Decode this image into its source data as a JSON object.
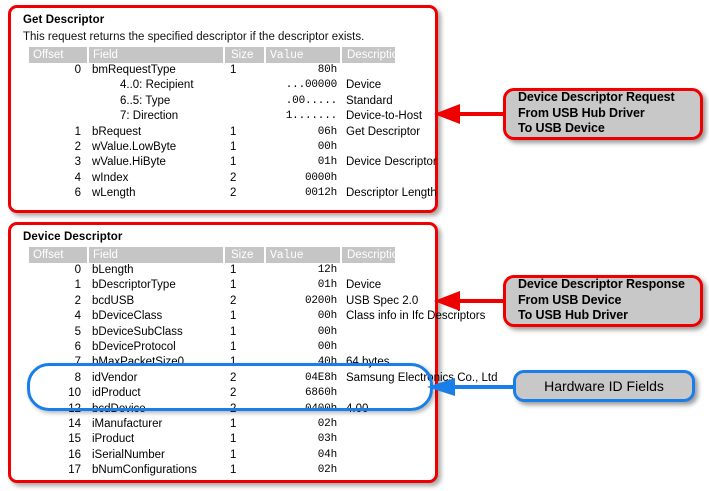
{
  "colors": {
    "panel_border": "#ee0000",
    "highlight_border": "#1a7ee8",
    "callout_fill": "#c8c8c8",
    "table_header_bg": "#c5c5c5",
    "table_header_fg": "#ffffff",
    "background": "#ffffff"
  },
  "panels": [
    {
      "id": "get-descriptor",
      "title": "Get Descriptor",
      "description": "This request returns the specified descriptor if the descriptor exists.",
      "columns": [
        "Offset",
        "Field",
        "Size",
        "Value",
        "Description"
      ],
      "rows": [
        {
          "offset": "0",
          "field": "bmRequestType",
          "size": "1",
          "value": "80h",
          "desc": "",
          "sub": false
        },
        {
          "offset": "",
          "field": "4..0: Recipient",
          "size": "",
          "value": "...00000",
          "desc": "Device",
          "sub": true
        },
        {
          "offset": "",
          "field": "6..5: Type",
          "size": "",
          "value": ".00.....",
          "desc": "Standard",
          "sub": true
        },
        {
          "offset": "",
          "field": "7: Direction",
          "size": "",
          "value": "1.......",
          "desc": "Device-to-Host",
          "sub": true
        },
        {
          "offset": "1",
          "field": "bRequest",
          "size": "1",
          "value": "06h",
          "desc": "Get Descriptor",
          "sub": false
        },
        {
          "offset": "2",
          "field": "wValue.LowByte",
          "size": "1",
          "value": "00h",
          "desc": "",
          "sub": false
        },
        {
          "offset": "3",
          "field": "wValue.HiByte",
          "size": "1",
          "value": "01h",
          "desc": "Device Descriptor",
          "sub": false
        },
        {
          "offset": "4",
          "field": "wIndex",
          "size": "2",
          "value": "0000h",
          "desc": "",
          "sub": false
        },
        {
          "offset": "6",
          "field": "wLength",
          "size": "2",
          "value": "0012h",
          "desc": "Descriptor Length",
          "sub": false
        }
      ]
    },
    {
      "id": "device-descriptor",
      "title": "Device Descriptor",
      "description": "",
      "columns": [
        "Offset",
        "Field",
        "Size",
        "Value",
        "Description"
      ],
      "rows": [
        {
          "offset": "0",
          "field": "bLength",
          "size": "1",
          "value": "12h",
          "desc": "",
          "sub": false
        },
        {
          "offset": "1",
          "field": "bDescriptorType",
          "size": "1",
          "value": "01h",
          "desc": "Device",
          "sub": false
        },
        {
          "offset": "2",
          "field": "bcdUSB",
          "size": "2",
          "value": "0200h",
          "desc": "USB Spec 2.0",
          "sub": false
        },
        {
          "offset": "4",
          "field": "bDeviceClass",
          "size": "1",
          "value": "00h",
          "desc": "Class info in Ifc Descriptors",
          "sub": false
        },
        {
          "offset": "5",
          "field": "bDeviceSubClass",
          "size": "1",
          "value": "00h",
          "desc": "",
          "sub": false
        },
        {
          "offset": "6",
          "field": "bDeviceProtocol",
          "size": "1",
          "value": "00h",
          "desc": "",
          "sub": false
        },
        {
          "offset": "7",
          "field": "bMaxPacketSize0",
          "size": "1",
          "value": "40h",
          "desc": "64 bytes",
          "sub": false
        },
        {
          "offset": "8",
          "field": "idVendor",
          "size": "2",
          "value": "04E8h",
          "desc": "Samsung Electronics Co., Ltd",
          "sub": false
        },
        {
          "offset": "10",
          "field": "idProduct",
          "size": "2",
          "value": "6860h",
          "desc": "",
          "sub": false
        },
        {
          "offset": "12",
          "field": "bcdDevice",
          "size": "2",
          "value": "0400h",
          "desc": "4.00",
          "sub": false
        },
        {
          "offset": "14",
          "field": "iManufacturer",
          "size": "1",
          "value": "02h",
          "desc": "",
          "sub": false
        },
        {
          "offset": "15",
          "field": "iProduct",
          "size": "1",
          "value": "03h",
          "desc": "",
          "sub": false
        },
        {
          "offset": "16",
          "field": "iSerialNumber",
          "size": "1",
          "value": "04h",
          "desc": "",
          "sub": false
        },
        {
          "offset": "17",
          "field": "bNumConfigurations",
          "size": "1",
          "value": "02h",
          "desc": "",
          "sub": false
        }
      ]
    }
  ],
  "callouts": {
    "request": {
      "lines": [
        "Device Descriptor Request",
        "From USB Hub Driver",
        "To USB Device"
      ]
    },
    "response": {
      "lines": [
        "Device Descriptor Response",
        "From USB Device",
        "To USB Hub Driver"
      ]
    },
    "hardware_id": {
      "lines": [
        "Hardware ID Fields"
      ]
    }
  },
  "annotations": {
    "highlight_label": "Hardware ID Fields",
    "arrow_request_icon": "arrow-left-icon",
    "arrow_response_icon": "arrow-left-icon",
    "arrow_hwid_icon": "arrow-left-icon"
  }
}
